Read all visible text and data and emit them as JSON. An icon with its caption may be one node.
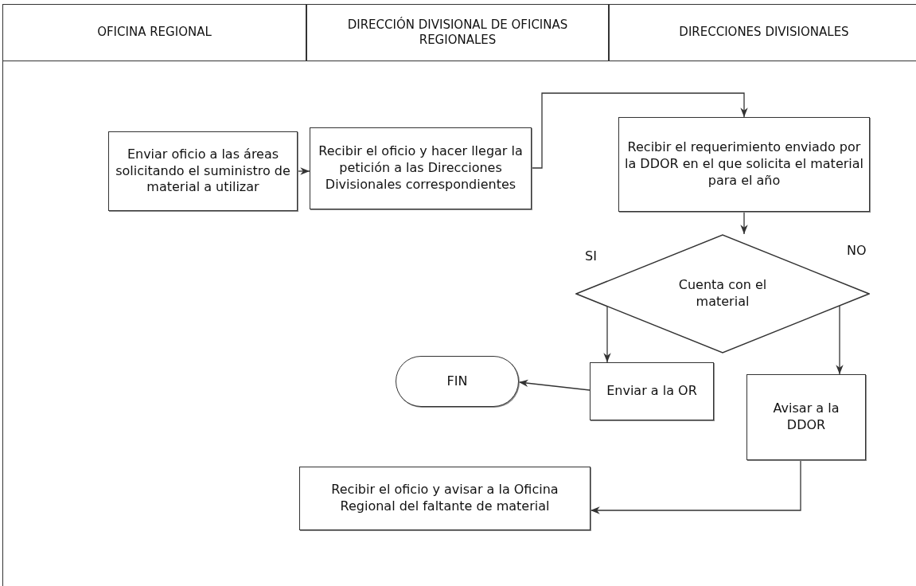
{
  "diagram": {
    "nodes": [
      {
        "text": [
          "OFICINA REGIONAL"
        ]
      },
      {
        "text": [
          "DIRECCIÓN DIVISIONAL DE OFICINAS REGIONALES"
        ]
      },
      {
        "text": [
          "DIRECCIONES DIVISIONALES"
        ]
      },
      {
        "text": [
          "Enviar oficio a las áreas solicitando el suministro de material a utilizar"
        ]
      },
      {
        "text": [
          "Recibir el oficio y hacer llegar la petición a las Direcciones Divisionales correspondientes"
        ]
      },
      {
        "text": [
          "Recibir el requerimiento enviado por la DDOR en el que solicita el material para el año"
        ]
      },
      {
        "text": [
          "Cuenta con el material"
        ]
      },
      {
        "text": [
          "FIN"
        ]
      },
      {
        "text": [
          "Enviar a la OR"
        ]
      },
      {
        "text": [
          "Avisar a la DDOR"
        ]
      },
      {
        "text": [
          "Recibir el oficio y avisar a la Oficina Regional del faltante de material"
        ]
      }
    ],
    "edges": [
      {
        "from": 3,
        "to": 4,
        "arrow": "to"
      },
      {
        "from": 4,
        "to": 5,
        "arrow": "to"
      },
      {
        "from": 5,
        "to": 6,
        "arrow": "to"
      },
      {
        "from": 6,
        "to": 8,
        "arrow": "to",
        "label": "SI"
      },
      {
        "from": 6,
        "to": 9,
        "arrow": "to",
        "label": "NO"
      },
      {
        "from": 8,
        "to": 7,
        "arrow": "to"
      },
      {
        "from": 9,
        "to": 10,
        "arrow": "to"
      }
    ]
  }
}
